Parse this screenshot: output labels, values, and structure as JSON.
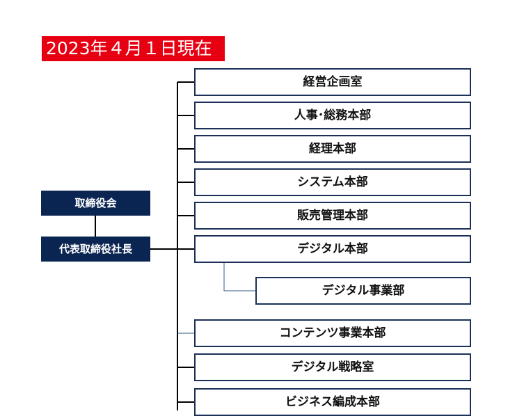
{
  "date_label": "2023年４月１日現在",
  "board": "取締役会",
  "president": "代表取締役社長",
  "departments": [
    "経営企画室",
    "人事･総務本部",
    "経理本部",
    "システム本部",
    "販売管理本部",
    "デジタル本部",
    "デジタル事業部",
    "コンテンツ事業本部",
    "デジタル戦略室",
    "ビジネス編成本部"
  ],
  "colors": {
    "accent_red": "#e60012",
    "navy": "#0b2553",
    "box_border": "#1b2f57",
    "connector": "#000000",
    "sub_connector": "#2f5a8a"
  }
}
